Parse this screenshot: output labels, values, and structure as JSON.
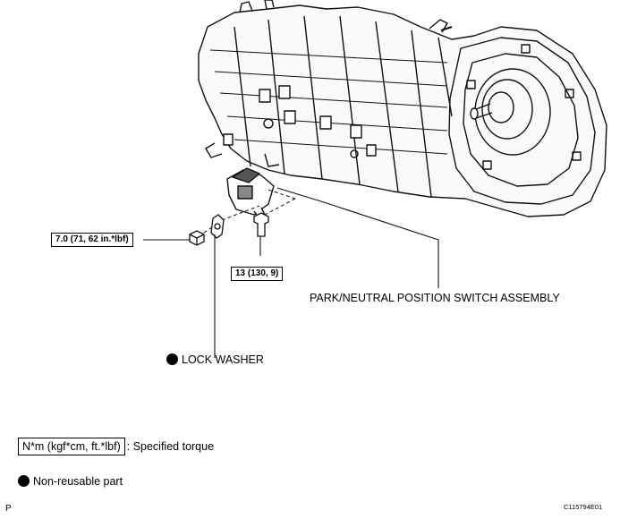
{
  "callouts": {
    "torque_nut": "7.0 (71, 62 in.*lbf)",
    "torque_bolt": "13 (130, 9)",
    "switch_assembly": "PARK/NEUTRAL POSITION SWITCH ASSEMBLY",
    "lock_washer": "LOCK WASHER"
  },
  "legend": {
    "torque_units": "N*m (kgf*cm, ft.*lbf)",
    "torque_desc": ": Specified torque",
    "nonreusable_desc": "Non-reusable part"
  },
  "footer": {
    "left_code": "P",
    "figure_id": "C115794E01"
  }
}
